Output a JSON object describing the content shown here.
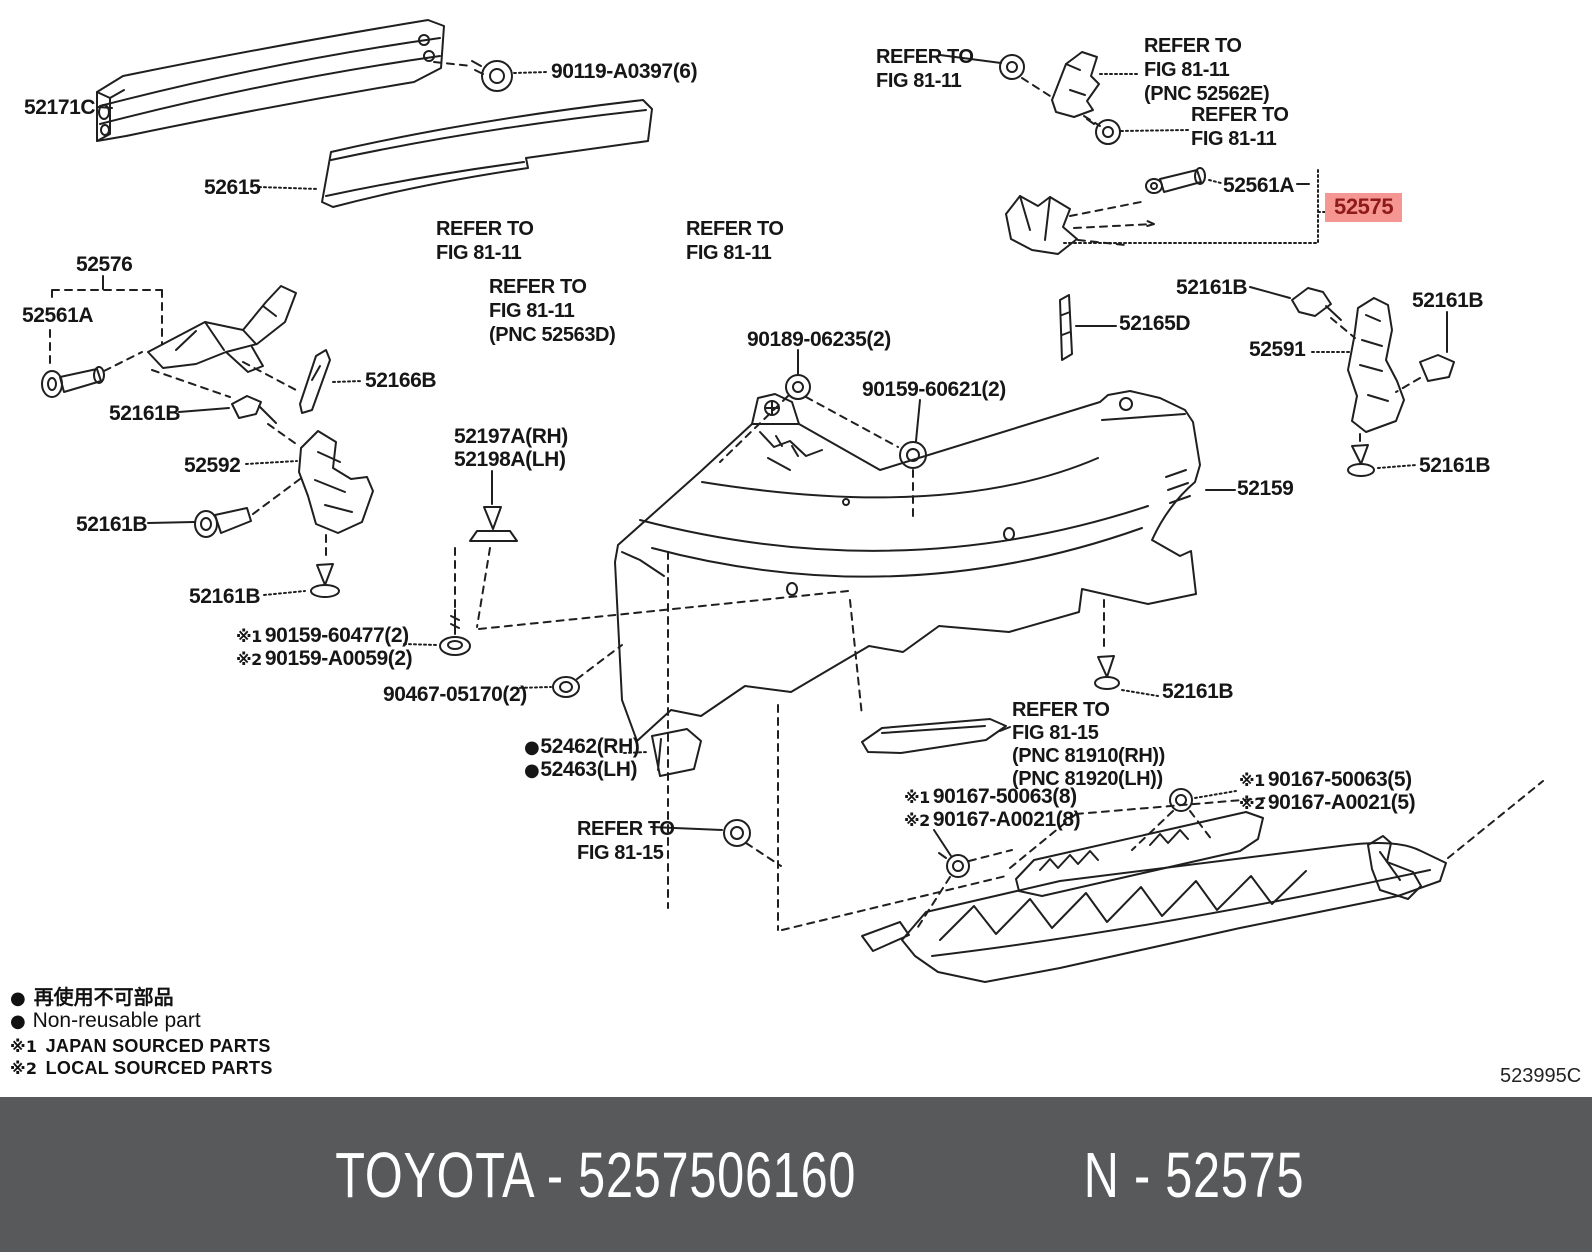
{
  "highlight": {
    "part": "52575",
    "bg": "#f59693",
    "fg": "#8f1a1a"
  },
  "parts": {
    "p52171c": "52171C",
    "p90119": "90119-A0397(6)",
    "p52615": "52615",
    "p52561a": "52561A",
    "p52576": "52576",
    "p52166b": "52166B",
    "p52161b": "52161B",
    "p52592": "52592",
    "p52197a": "52197A(RH)",
    "p52198a": "52198A(LH)",
    "p90189": "90189-06235(2)",
    "p90159_60621": "90159-60621(2)",
    "p52165d": "52165D",
    "p52591": "52591",
    "p52159": "52159",
    "p90159_60477": "90159-60477(2)",
    "p90159_a0059": "90159-A0059(2)",
    "p90467": "90467-05170(2)",
    "p52462": "52462(RH)",
    "p52463": "52463(LH)",
    "p90167_50063_8": "90167-50063(8)",
    "p90167_a0021_8": "90167-A0021(8)",
    "p90167_50063_5": "90167-50063(5)",
    "p90167_a0021_5": "90167-A0021(5)"
  },
  "notes": {
    "refer_to": "REFER TO",
    "fig_81_11": "FIG 81-11",
    "fig_81_15": "FIG 81-15",
    "pnc_52562e": "(PNC 52562E)",
    "pnc_52563d": "(PNC 52563D)",
    "pnc_81910": "(PNC 81910(RH))",
    "pnc_81920": "(PNC 81920(LH))",
    "mark1": "※1",
    "mark2": "※2",
    "bullet": "●"
  },
  "legend": {
    "nonreusable_jp": "再使用不可部品",
    "nonreusable_en": "Non-reusable part",
    "japan_sourced": "JAPAN SOURCED PARTS",
    "local_sourced": "LOCAL SOURCED PARTS"
  },
  "doc_code": "523995C",
  "footer": {
    "brand_code": "TOYOTA - 5257506160",
    "part_code": "N - 52575"
  }
}
